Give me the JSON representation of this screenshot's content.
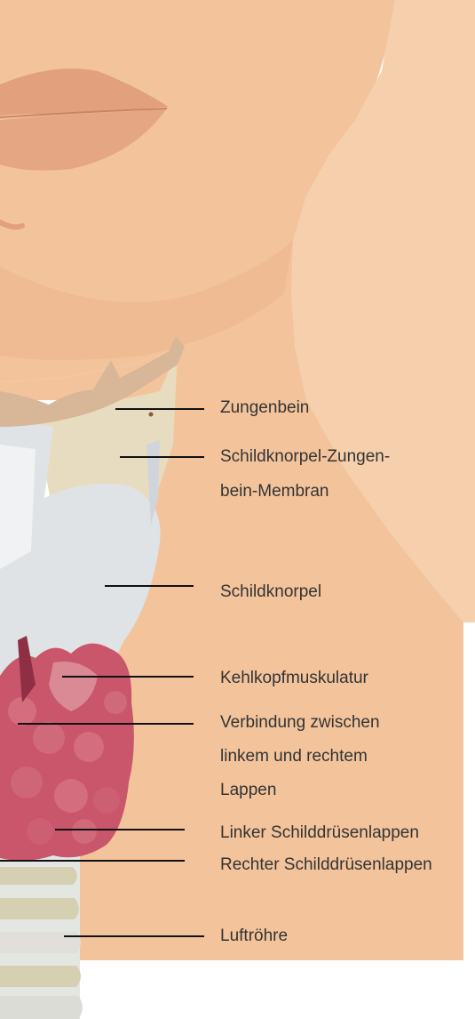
{
  "colors": {
    "skin": "#f3c49c",
    "skin_shadow": "#e9b58d",
    "lips": "#e2a07c",
    "hyoid": "#d8b698",
    "cartilage": "#dfe3e6",
    "membrane": "#e8dcc0",
    "thyroid": "#c9566a",
    "trachea_ring": "#d6d0b2",
    "label_text": "#333333",
    "leader": "#111111"
  },
  "labels": {
    "hyoid": "Zungenbein",
    "membrane_l1": "Schildknorpel-Zungen-",
    "membrane_l2": "bein-Membran",
    "thyroid_cartilage": "Schildknorpel",
    "larynx_muscles": "Kehlkopfmuskulatur",
    "isthmus_l1": "Verbindung zwischen",
    "isthmus_l2": "linkem und rechtem",
    "isthmus_l3": "Lappen",
    "left_lobe": "Linker Schilddrüsenlappen",
    "right_lobe": "Rechter Schilddrüsenlappen",
    "trachea": "Luftröhre"
  }
}
